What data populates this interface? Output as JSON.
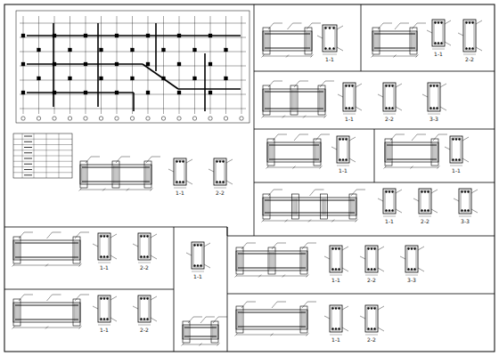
{
  "diagram": {
    "labels": [
      "1-1",
      "1-1",
      "2-2",
      "1-1",
      "2-2",
      "3-3",
      "1-1",
      "1-1",
      "1-1",
      "2-2",
      "3-3",
      "1-1",
      "2-2",
      "1-1",
      "2-2",
      "1-1",
      "2-2",
      "1-1",
      "1-1",
      "2-2",
      "3-3",
      "1-1",
      "2-2"
    ]
  }
}
